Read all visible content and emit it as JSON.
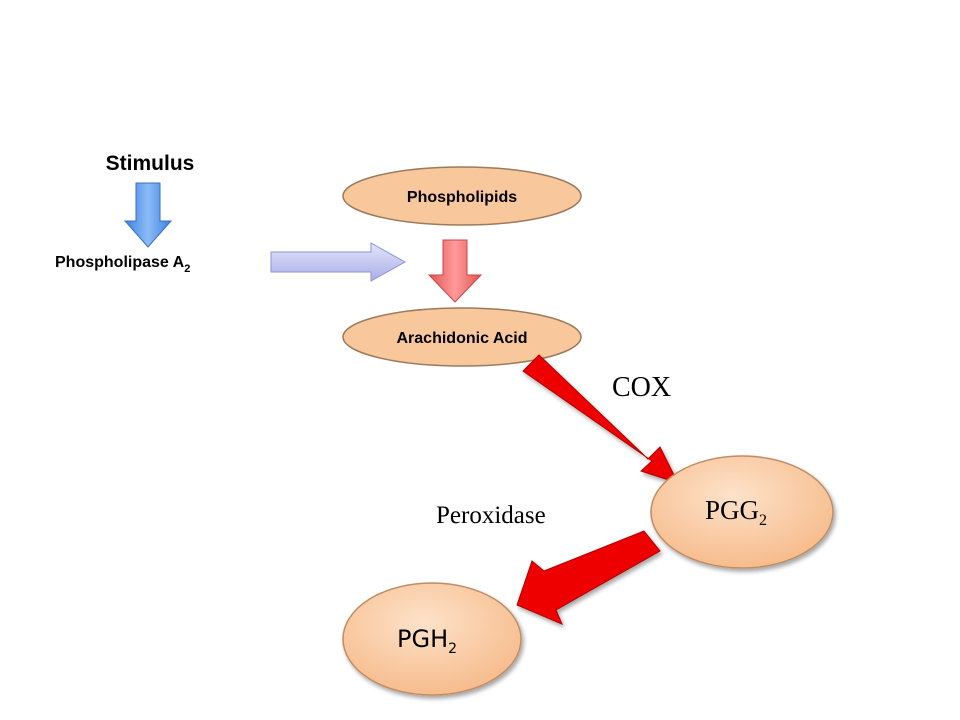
{
  "diagram": {
    "stimulus": "Stimulus",
    "phospholipase": {
      "base": "Phospholipase A",
      "sub": "2"
    },
    "phospholipids": "Phospholipids",
    "arachidonic_acid": "Arachidonic Acid",
    "cox": "COX",
    "pgg": {
      "base": "PGG",
      "sub": "2"
    },
    "peroxidase": "Peroxidase",
    "pgh": {
      "base": "PGH",
      "sub": "2"
    }
  },
  "colors": {
    "node_fill": "#f9c79c",
    "node_stroke": "#c8956a",
    "stimulus_arrow": "#5b9bf0",
    "phospholipase_arrow": "#c3c6ee",
    "down_arrow": "#f47c7c",
    "red_arrow": "#ee0000"
  }
}
